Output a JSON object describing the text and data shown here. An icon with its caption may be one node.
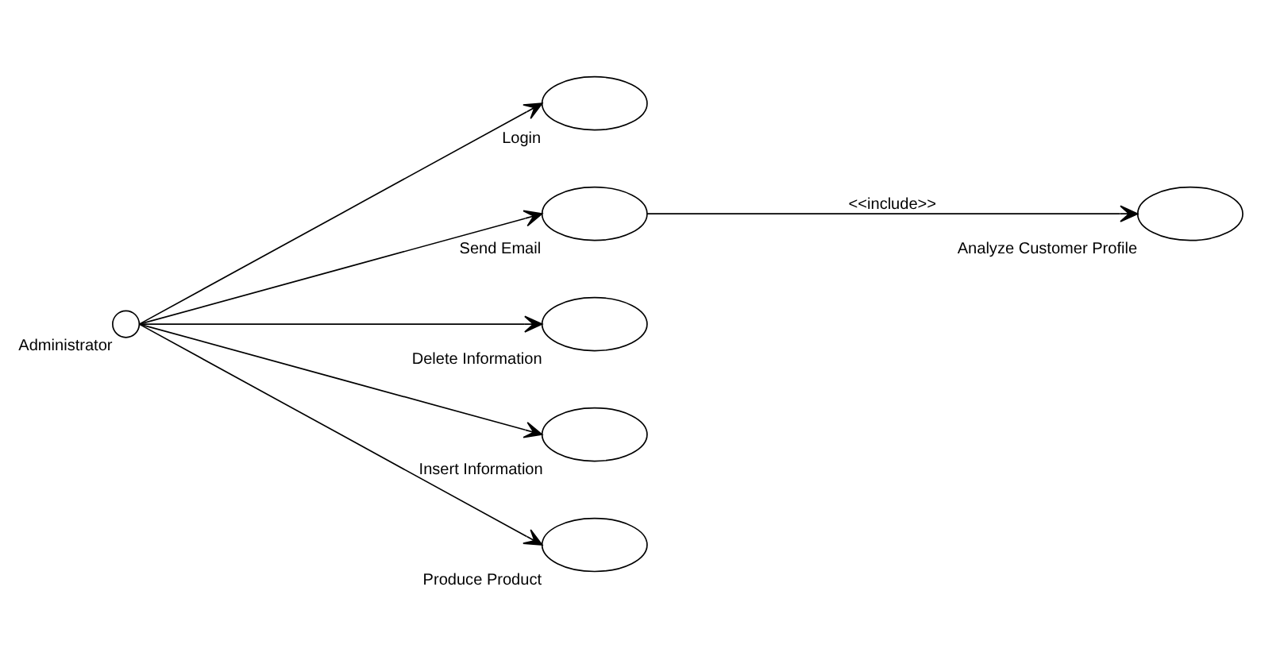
{
  "diagram": {
    "nodes": [
      {
        "text": [
          "Login"
        ]
      },
      {
        "text": [
          "Send Email"
        ]
      },
      {
        "text": [
          "Analyze Customer Profile"
        ]
      },
      {
        "text": [
          "Administrator"
        ]
      },
      {
        "text": [
          "Delete Information"
        ]
      },
      {
        "text": [
          "Insert Information"
        ]
      },
      {
        "text": [
          "Produce Product"
        ]
      }
    ],
    "edges": [
      {
        "from": 3,
        "to": 0,
        "arrow": "to"
      },
      {
        "from": 3,
        "to": 1,
        "arrow": "to"
      },
      {
        "from": 1,
        "to": 2,
        "arrow": "to",
        "label": "<<include>>"
      },
      {
        "from": 3,
        "to": 4,
        "arrow": "to"
      },
      {
        "from": 3,
        "to": 5,
        "arrow": "to"
      },
      {
        "from": 3,
        "to": 6,
        "arrow": "to"
      }
    ]
  }
}
